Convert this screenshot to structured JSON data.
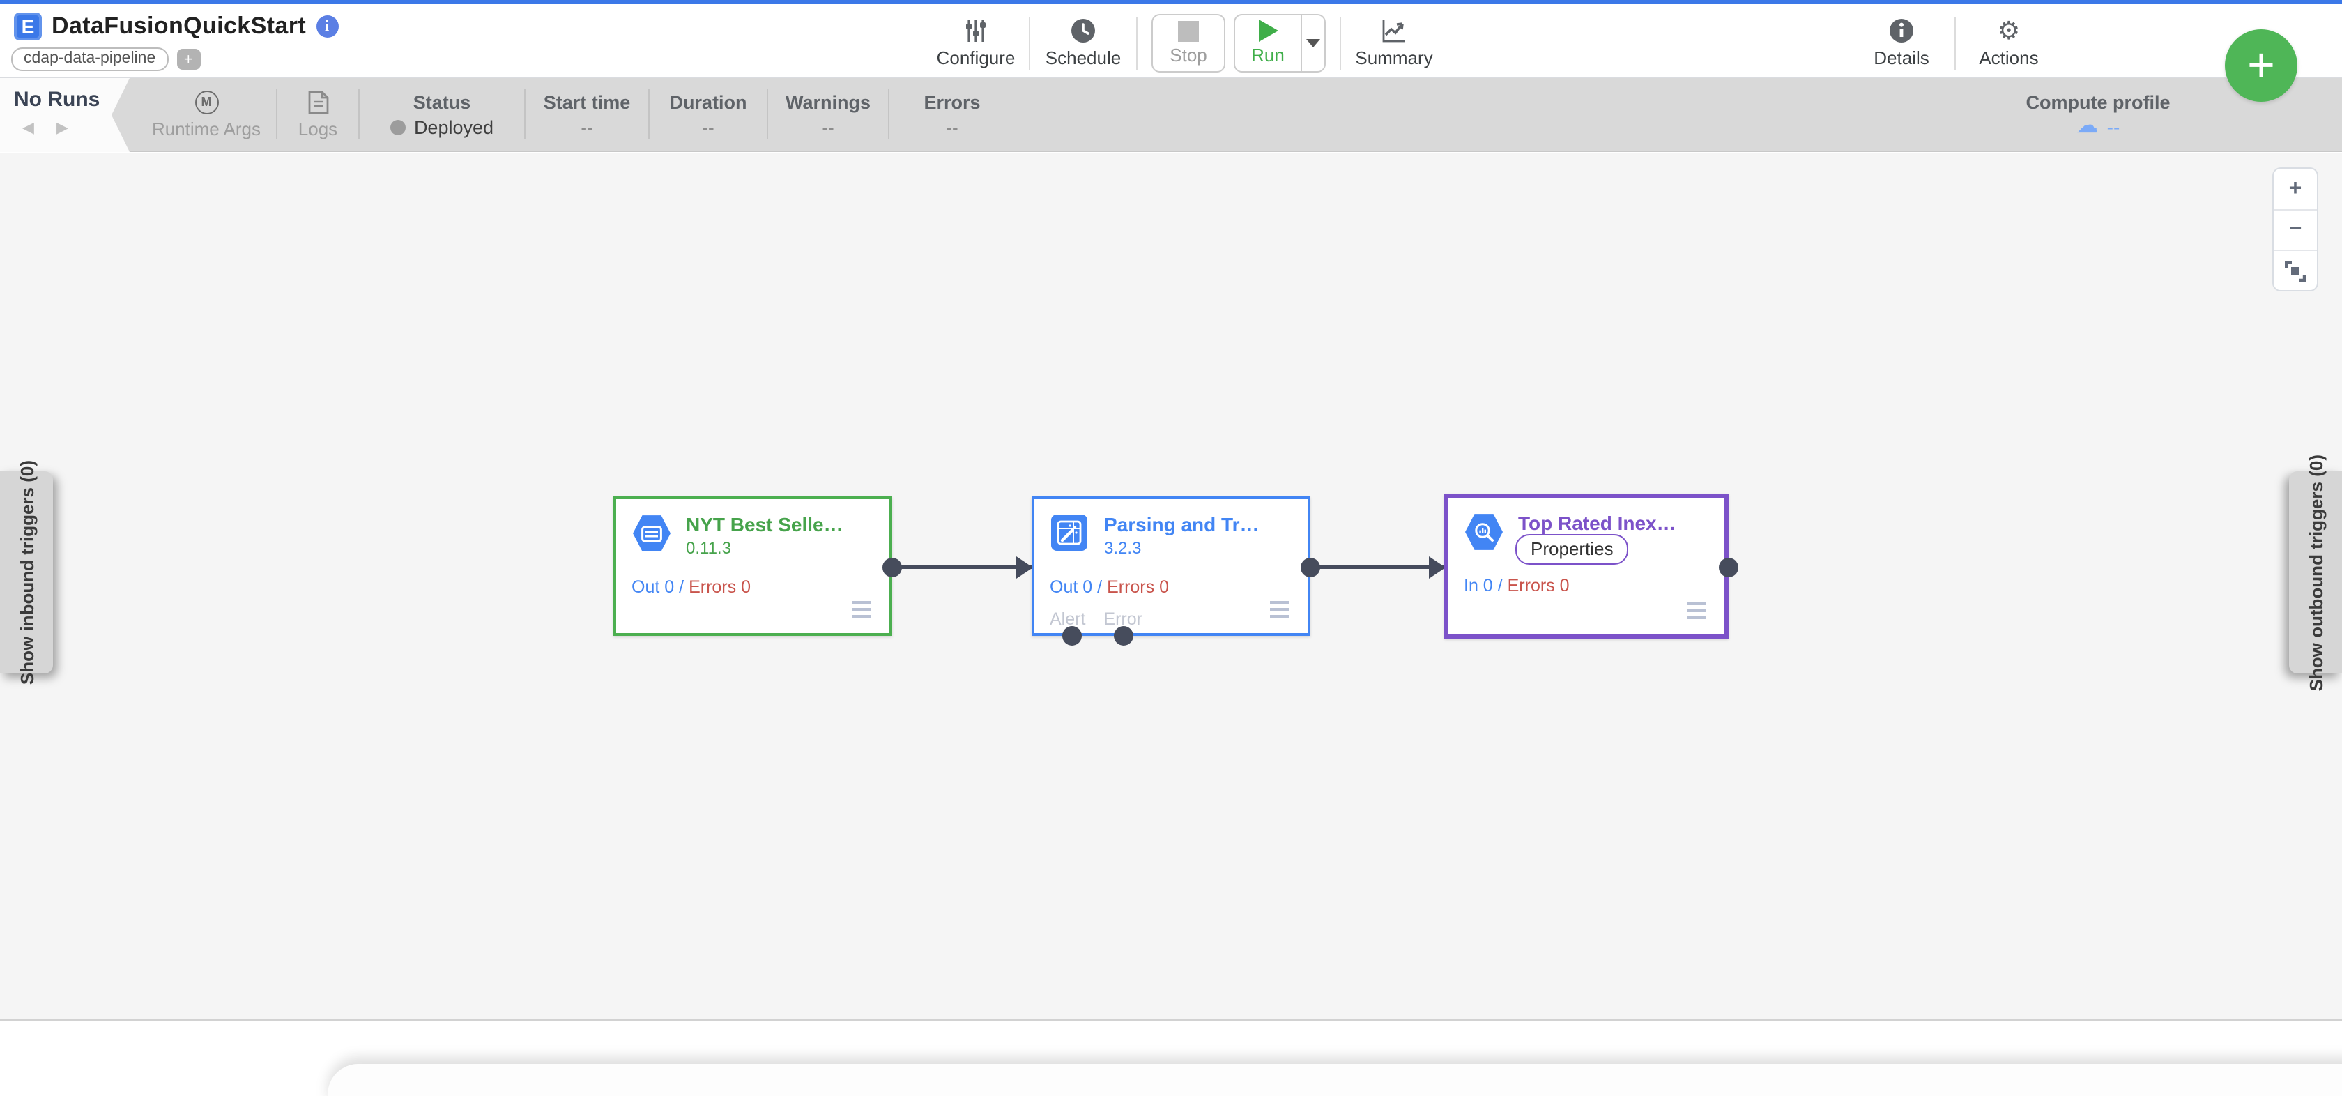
{
  "header": {
    "logo_glyph": "E",
    "title": "DataFusionQuickStart",
    "info_icon": "i",
    "tag": "cdap-data-pipeline",
    "tag_add_label": "+",
    "tools": [
      {
        "label": "Configure",
        "icon": "sliders-icon"
      },
      {
        "label": "Schedule",
        "icon": "clock-icon"
      },
      {
        "label": "Summary",
        "icon": "line-chart-icon"
      },
      {
        "label": "Details",
        "icon": "info-filled-icon"
      },
      {
        "label": "Actions",
        "icon": "gear-icon"
      }
    ],
    "stop_label": "Stop",
    "run_label": "Run",
    "gear_glyph": "⚙"
  },
  "runbar": {
    "no_runs": "No Runs",
    "prev_glyph": "◀",
    "next_glyph": "▶",
    "runtime_args": "Runtime Args",
    "runtime_args_icon": "M",
    "logs": "Logs",
    "status_label": "Status",
    "status_value": "Deployed",
    "columns": [
      {
        "label": "Start time",
        "value": "--"
      },
      {
        "label": "Duration",
        "value": "--"
      },
      {
        "label": "Warnings",
        "value": "--"
      },
      {
        "label": "Errors",
        "value": "--"
      }
    ],
    "compute_profile_label": "Compute profile",
    "compute_profile_value": "--",
    "cloud_glyph": "☁"
  },
  "fab": {
    "label": "+"
  },
  "canvas": {
    "zoom_in_glyph": "+",
    "zoom_out_glyph": "−",
    "left_tab": "Show inbound triggers (0)",
    "right_tab": "Show outbound triggers (0)",
    "nodes": [
      {
        "name": "NYT Best Selle…",
        "version": "0.11.3",
        "in_out": "Out 0",
        "slash": "/",
        "errors": "Errors 0",
        "accent": "#4caf50",
        "icon": "database-hexagon-icon"
      },
      {
        "name": "Parsing and Tr…",
        "version": "3.2.3",
        "in_out": "Out 0",
        "slash": "/",
        "errors": "Errors 0",
        "accent": "#4285f4",
        "icon": "wrangler-wand-icon",
        "port_labels": [
          "Alert",
          "Error"
        ]
      },
      {
        "name": "Top Rated Inex…",
        "button": "Properties",
        "in_out": "In 0",
        "slash": "/",
        "errors": "Errors 0",
        "accent": "#7c52c9",
        "icon": "bigquery-magnifier-icon"
      }
    ]
  }
}
